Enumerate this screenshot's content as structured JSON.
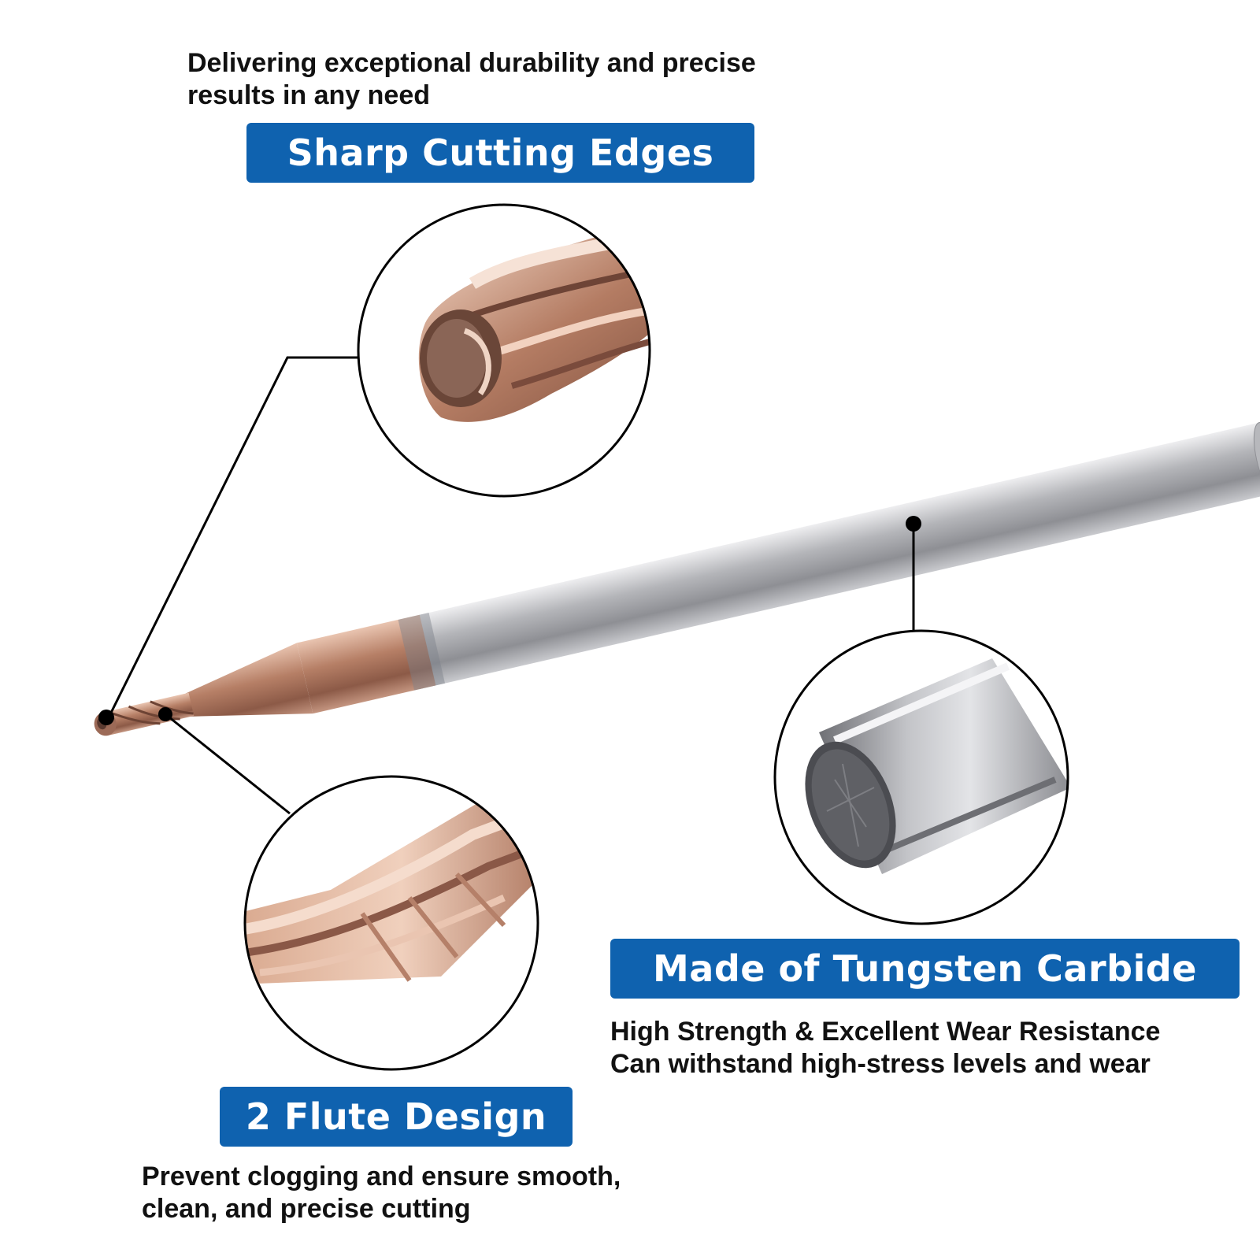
{
  "colors": {
    "badge_blue": "#0F62AF",
    "text_dark": "#111111",
    "line_black": "#000000",
    "copper": "#B67F66",
    "steel": "#A6A7AB"
  },
  "sharp_edges": {
    "description_lines": [
      "Delivering exceptional durability and precise",
      "results in any need"
    ],
    "badge": "Sharp Cutting Edges"
  },
  "tungsten": {
    "badge": "Made of Tungsten Carbide",
    "description_lines": [
      "High Strength & Excellent Wear Resistance",
      "Can withstand high-stress levels and wear"
    ]
  },
  "flute": {
    "badge": "2 Flute Design",
    "description_lines": [
      "Prevent clogging and ensure smooth,",
      "clean, and precise cutting"
    ]
  },
  "icons": {
    "product": "end-mill-illustration",
    "tip_zoom": "tip-zoom-icon",
    "shank_zoom": "shank-zoom-icon",
    "flute_zoom": "flute-zoom-icon"
  }
}
